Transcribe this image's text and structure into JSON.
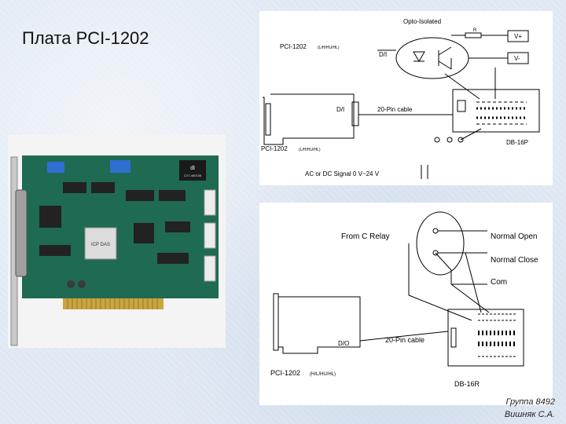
{
  "slide": {
    "title": "Плата PCI-1202"
  },
  "board_photo": {
    "chip_label": "ICP DAS",
    "chip_brand": "dI",
    "chip_id": "CX7-480158",
    "fpga_label": "ICP DAS"
  },
  "diagram_top": {
    "opto_label": "Opto-Isolated",
    "resistor_label": "R",
    "vplus_label": "V+",
    "vminus_label": "V-",
    "card_name": "PCI-1202",
    "card_suffix": "(L/H/HU/HL)",
    "di_label_left": "D/I",
    "di_label_card": "D/I",
    "cable_label": "20-Pin cable",
    "card_name_bottom": "PCI-1202",
    "card_suffix_bottom": "(L/H/HU/HL)",
    "connector_label": "DB-16P",
    "signal_label": "AC or DC Signal 0 V~24 V"
  },
  "diagram_bottom": {
    "relay_label": "From C Relay",
    "no_label": "Normal Open",
    "nc_label": "Normal Close",
    "com_label": "Com",
    "do_label": "D/O",
    "cable_label": "20-Pin cable",
    "card_name": "PCI-1202",
    "card_suffix": "(H/L/HU/HL)",
    "connector_label": "DB-16R"
  },
  "credit": {
    "group": "Группа 8492",
    "author": "Вишняк С.А."
  }
}
